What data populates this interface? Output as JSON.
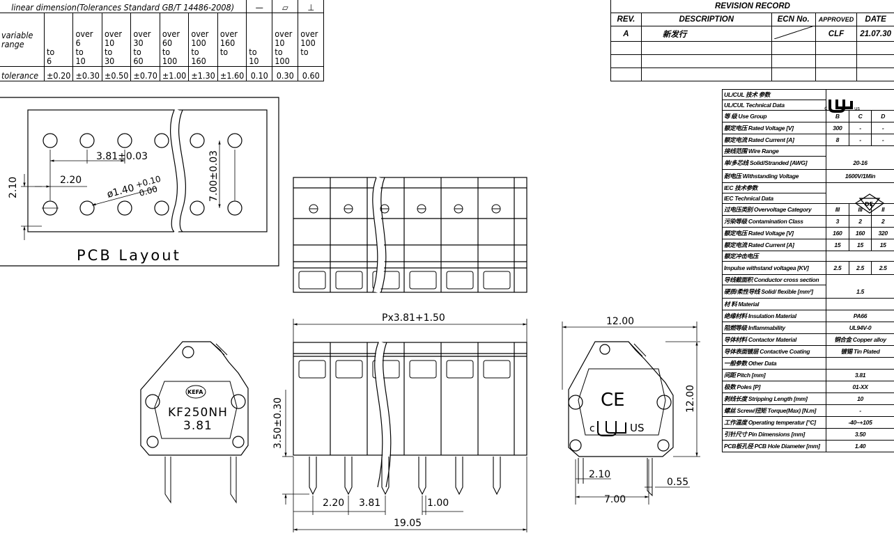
{
  "tolerance_table": {
    "title": "linear dimension(Tolerances Standard GB/T 14486-2008)",
    "sym_straight": "—",
    "sym_flat": "▱",
    "sym_perp": "⊥",
    "row_label": "variable range",
    "ranges": [
      [
        "",
        "",
        "to",
        "6"
      ],
      [
        "over",
        "6",
        "to",
        "10"
      ],
      [
        "over",
        "10",
        "to",
        "30"
      ],
      [
        "over",
        "30",
        "to",
        "60"
      ],
      [
        "over",
        "60",
        "to",
        "100"
      ],
      [
        "over",
        "100",
        "to",
        "160"
      ],
      [
        "over",
        "160",
        "to",
        ""
      ],
      [
        "",
        "",
        "to",
        "10"
      ],
      [
        "over",
        "10",
        "to",
        "100"
      ],
      [
        "over",
        "100",
        "to",
        ""
      ]
    ],
    "tol_label": "tolerance",
    "tolerances": [
      "±0.20",
      "±0.30",
      "±0.50",
      "±0.70",
      "±1.00",
      "±1.30",
      "±1.60",
      "0.10",
      "0.30",
      "0.60"
    ]
  },
  "revision": {
    "title": "REVISION RECORD",
    "headers": [
      "REV.",
      "DESCRIPTION",
      "ECN No.",
      "APPROVED",
      "DATE"
    ],
    "rows": [
      [
        "A",
        "新发行",
        "",
        "CLF",
        "21.07.30"
      ]
    ]
  },
  "pcb": {
    "pitch": "3.81±0.03",
    "offset": "2.20",
    "height": "2.10",
    "hole": "ø1.40",
    "hole_tol_up": "+0.10",
    "hole_tol_down": "0.00",
    "row_spacing": "7.00±0.03",
    "label": "PCB Layout"
  },
  "front": {
    "length": "Px3.81+1.50",
    "pin_len": "3.50±0.30",
    "d1": "2.20",
    "d2": "3.81",
    "d3": "1.00",
    "total": "19.05"
  },
  "side": {
    "brand": "KEFA",
    "model": "KF250NH",
    "pitch": "3.81"
  },
  "right": {
    "width": "12.00",
    "height": "12.00",
    "d1": "2.10",
    "d2": "7.00",
    "d3": "0.55",
    "ce": "CE",
    "ul": "US",
    "ul_c": "c"
  },
  "tech": {
    "rows": [
      {
        "label": "UL/CUL  技术 参数",
        "vals": []
      },
      {
        "label": "UL/CUL  Technical Data",
        "vals": []
      },
      {
        "label": "等 级   Use Group",
        "vals": [
          "B",
          "C",
          "D"
        ]
      },
      {
        "label": "额定电压  Rated Voltage  [V]",
        "vals": [
          "300",
          "-",
          "-"
        ]
      },
      {
        "label": "额定电流  Rated Current  [A]",
        "vals": [
          "8",
          "-",
          "-"
        ]
      },
      {
        "label": "接线范围  Wire Range",
        "vals": []
      },
      {
        "label": "单/多芯线  Solid/Stranded  [AWG]",
        "vals": [
          "20-16"
        ]
      },
      {
        "label": "耐电压  Withstanding Voltage",
        "vals": [
          "1600V/1Min"
        ]
      },
      {
        "label": "IEC 技术参数",
        "vals": []
      },
      {
        "label": "IEC Technical Data",
        "vals": []
      },
      {
        "label": "过电压类别  Overvoltage Category",
        "vals": [
          "III",
          "III",
          "II"
        ]
      },
      {
        "label": "污染等级  Contamination Class",
        "vals": [
          "3",
          "2",
          "2"
        ]
      },
      {
        "label": "额定电压  Rated Voltage  [V]",
        "vals": [
          "160",
          "160",
          "320"
        ]
      },
      {
        "label": "额定电流  Rated Current  [A]",
        "vals": [
          "15",
          "15",
          "15"
        ]
      },
      {
        "label": "额定冲击电压",
        "vals": []
      },
      {
        "label": "Impulse withstand voltagea  [KV]",
        "vals": [
          "2.5",
          "2.5",
          "2.5"
        ]
      },
      {
        "label": "导线截面积  Conductor cross section",
        "vals": []
      },
      {
        "label": "硬质/柔性导线  Solid/ flexible  [mm²]",
        "vals": [
          "1.5"
        ]
      },
      {
        "label": "材 料   Material",
        "vals": []
      },
      {
        "label": "绝缘材料  Insulation Material",
        "vals": [
          "PA66"
        ]
      },
      {
        "label": "阻燃等级  Inflammability",
        "vals": [
          "UL94V-0"
        ]
      },
      {
        "label": "导体材料  Contactor Material",
        "vals": [
          "铜合金 Copper alloy"
        ]
      },
      {
        "label": "导体表面镀层  Contactive Coating",
        "vals": [
          "镀锡 Tin Plated"
        ]
      },
      {
        "label": "一般参数  Other Data",
        "vals": []
      },
      {
        "label": "间距  Pitch  [mm]",
        "vals": [
          "3.81"
        ]
      },
      {
        "label": "极数  Poles  [P]",
        "vals": [
          "01-XX"
        ]
      },
      {
        "label": "剥线长度  Stripping Length  [mm]",
        "vals": [
          "10"
        ]
      },
      {
        "label": "螺丝 Screw/扭矩 Torque(Max) [N.m]",
        "vals": [
          "-"
        ]
      },
      {
        "label": "工作温度  Operating temperatur  [°C]",
        "vals": [
          "-40~+105"
        ]
      },
      {
        "label": "引针尺寸  Pin Dimensions  [mm]",
        "vals": [
          "3.50"
        ]
      },
      {
        "label": "PCB板孔径  PCB Hole Diameter  [mm]",
        "vals": [
          "1.40"
        ]
      }
    ]
  }
}
